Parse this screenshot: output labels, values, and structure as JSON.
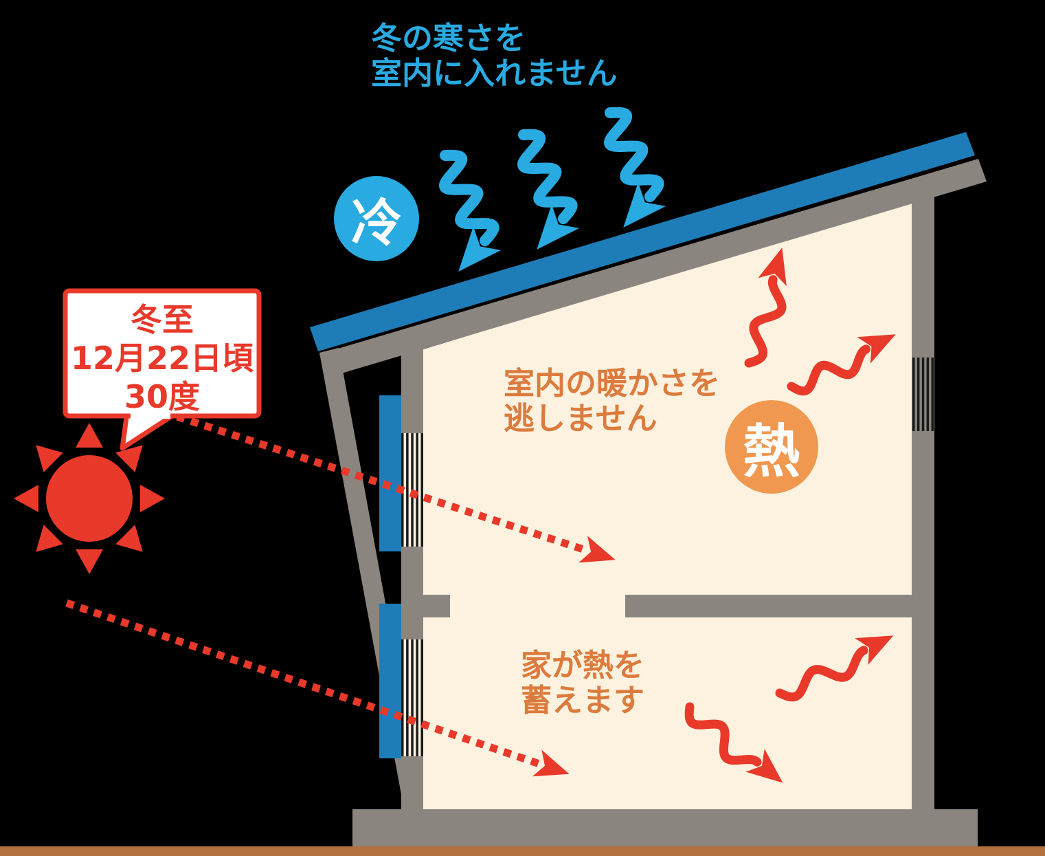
{
  "colors": {
    "bg": "#000000",
    "light_blue": "#29ABE2",
    "deep_blue": "#1E7DB8",
    "red": "#E8392B",
    "orange_text": "#DC7B3E",
    "orange_badge": "#F0984F",
    "gray": "#8B8580",
    "cream": "#FCF2DF",
    "brown": "#B2703F",
    "white": "#FFFFFF"
  },
  "badges": {
    "cold": {
      "label": "冷"
    },
    "heat": {
      "label": "熱"
    }
  },
  "annotations": {
    "cold_in": {
      "lines": [
        "冬の寒さを",
        "室内に入れません"
      ]
    },
    "warm_keep": {
      "lines": [
        "室内の暖かさを",
        "逃しません"
      ]
    },
    "heat_store": {
      "lines": [
        "家が熱を",
        "蓄えます"
      ]
    }
  },
  "speech_bubble": {
    "lines": [
      "冬至",
      "12月22日頃",
      "30度"
    ]
  }
}
